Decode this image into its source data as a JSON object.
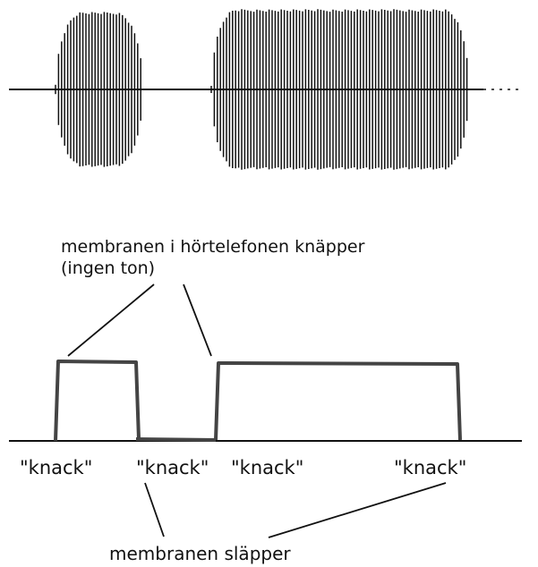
{
  "labels": {
    "top_line1": "membranen i hörtelefonen knäpper",
    "top_line2": "(ingen ton)",
    "knack1": "\"knack\"",
    "knack2": "\"knack\"",
    "knack3": "\"knack\"",
    "knack4": "\"knack\"",
    "bottom": "membranen släpper"
  },
  "colors": {
    "ink": "#111111",
    "pulse": "#444444",
    "background": "#ffffff"
  }
}
